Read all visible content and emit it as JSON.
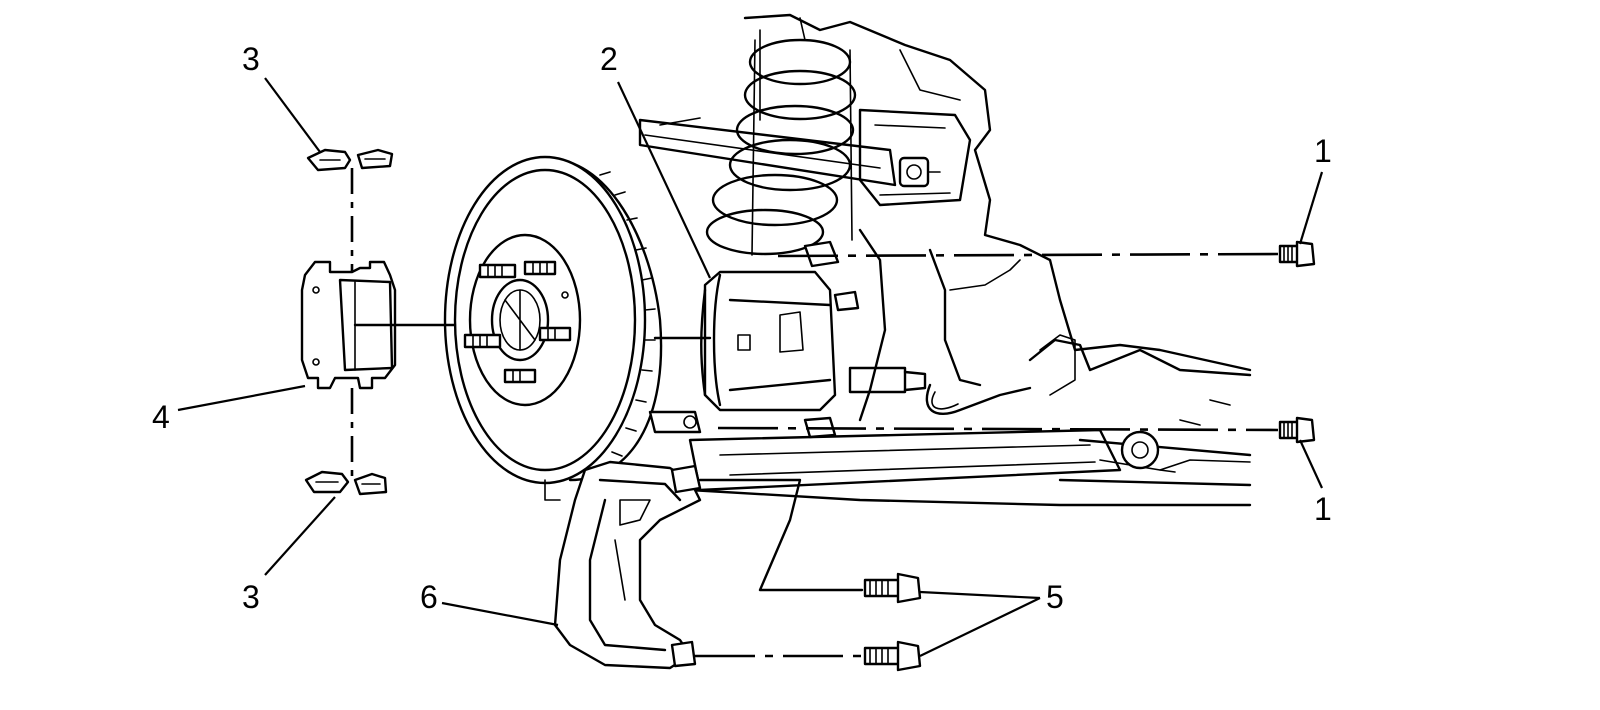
{
  "diagram": {
    "callouts": {
      "c1_top": "1",
      "c1_bottom": "1",
      "c2": "2",
      "c3_top": "3",
      "c3_bottom": "3",
      "c4": "4",
      "c5": "5",
      "c6": "6"
    }
  }
}
